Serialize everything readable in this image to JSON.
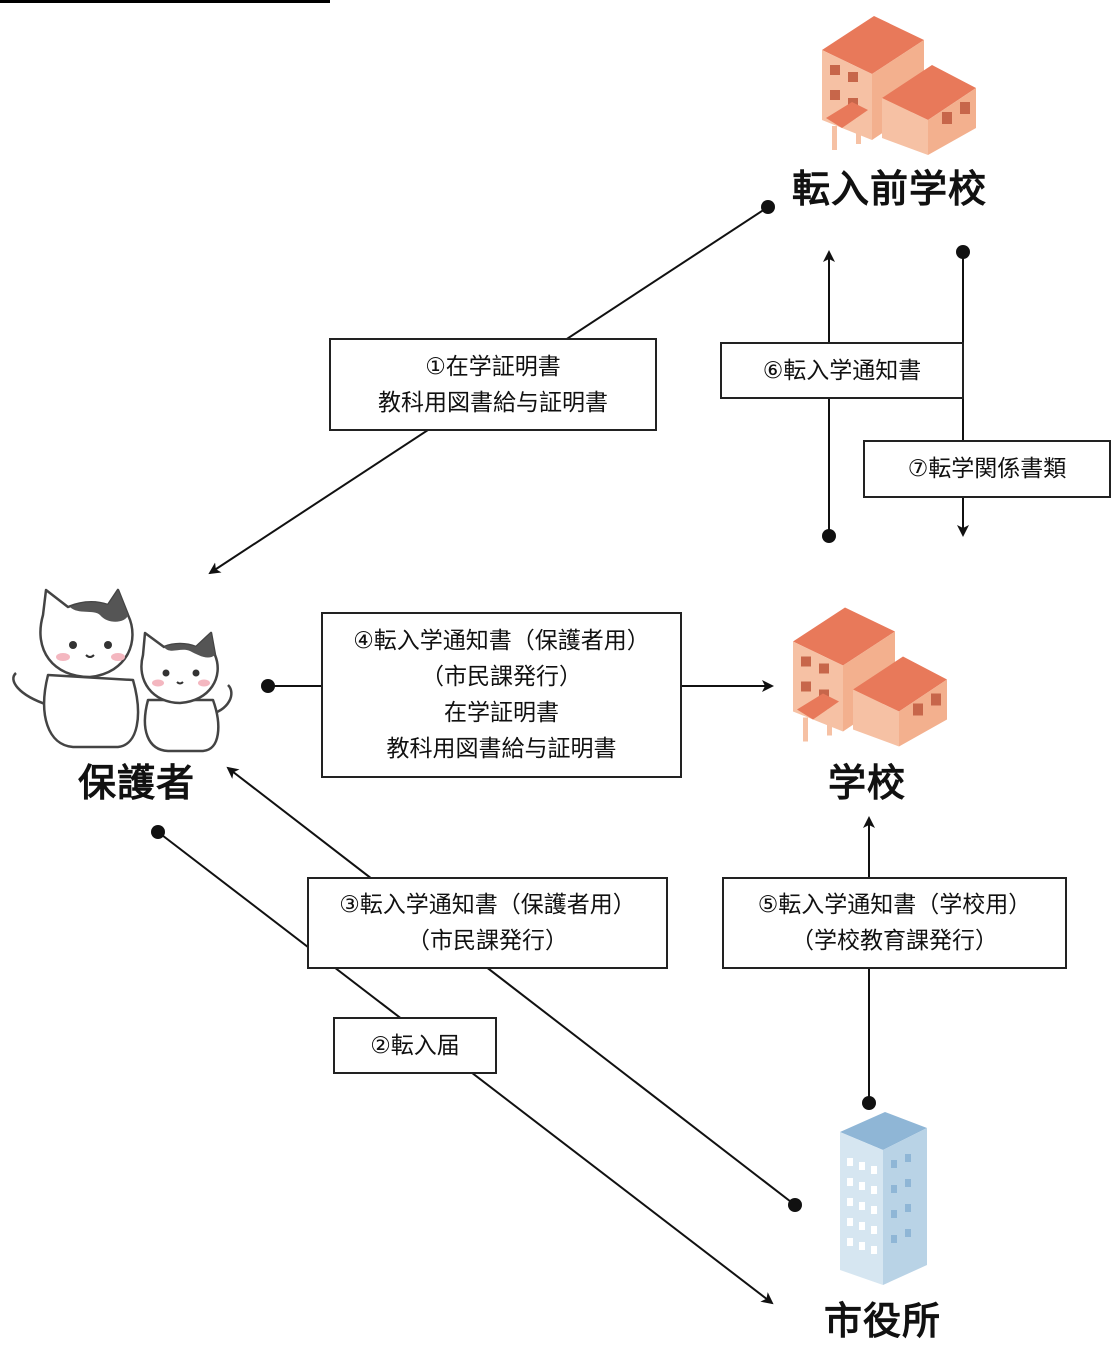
{
  "nodes": {
    "prev_school": "転入前学校",
    "school": "学校",
    "guardian": "保護者",
    "city_hall": "市役所"
  },
  "steps": {
    "s1": [
      "①在学証明書",
      "教科用図書給与証明書"
    ],
    "s2": [
      "②転入届"
    ],
    "s3": [
      "③転入学通知書（保護者用）",
      "（市民課発行）"
    ],
    "s4": [
      "④転入学通知書（保護者用）",
      "（市民課発行）",
      "在学証明書",
      "教科用図書給与証明書"
    ],
    "s5": [
      "⑤転入学通知書（学校用）",
      "（学校教育課発行）"
    ],
    "s6": [
      "⑥転入学通知書"
    ],
    "s7": [
      "⑦転学関係書類"
    ]
  },
  "colors": {
    "roof": "#e8795a",
    "wall": "#f6c1a4",
    "building_blue": "#b9d3e6",
    "line": "#111111"
  }
}
